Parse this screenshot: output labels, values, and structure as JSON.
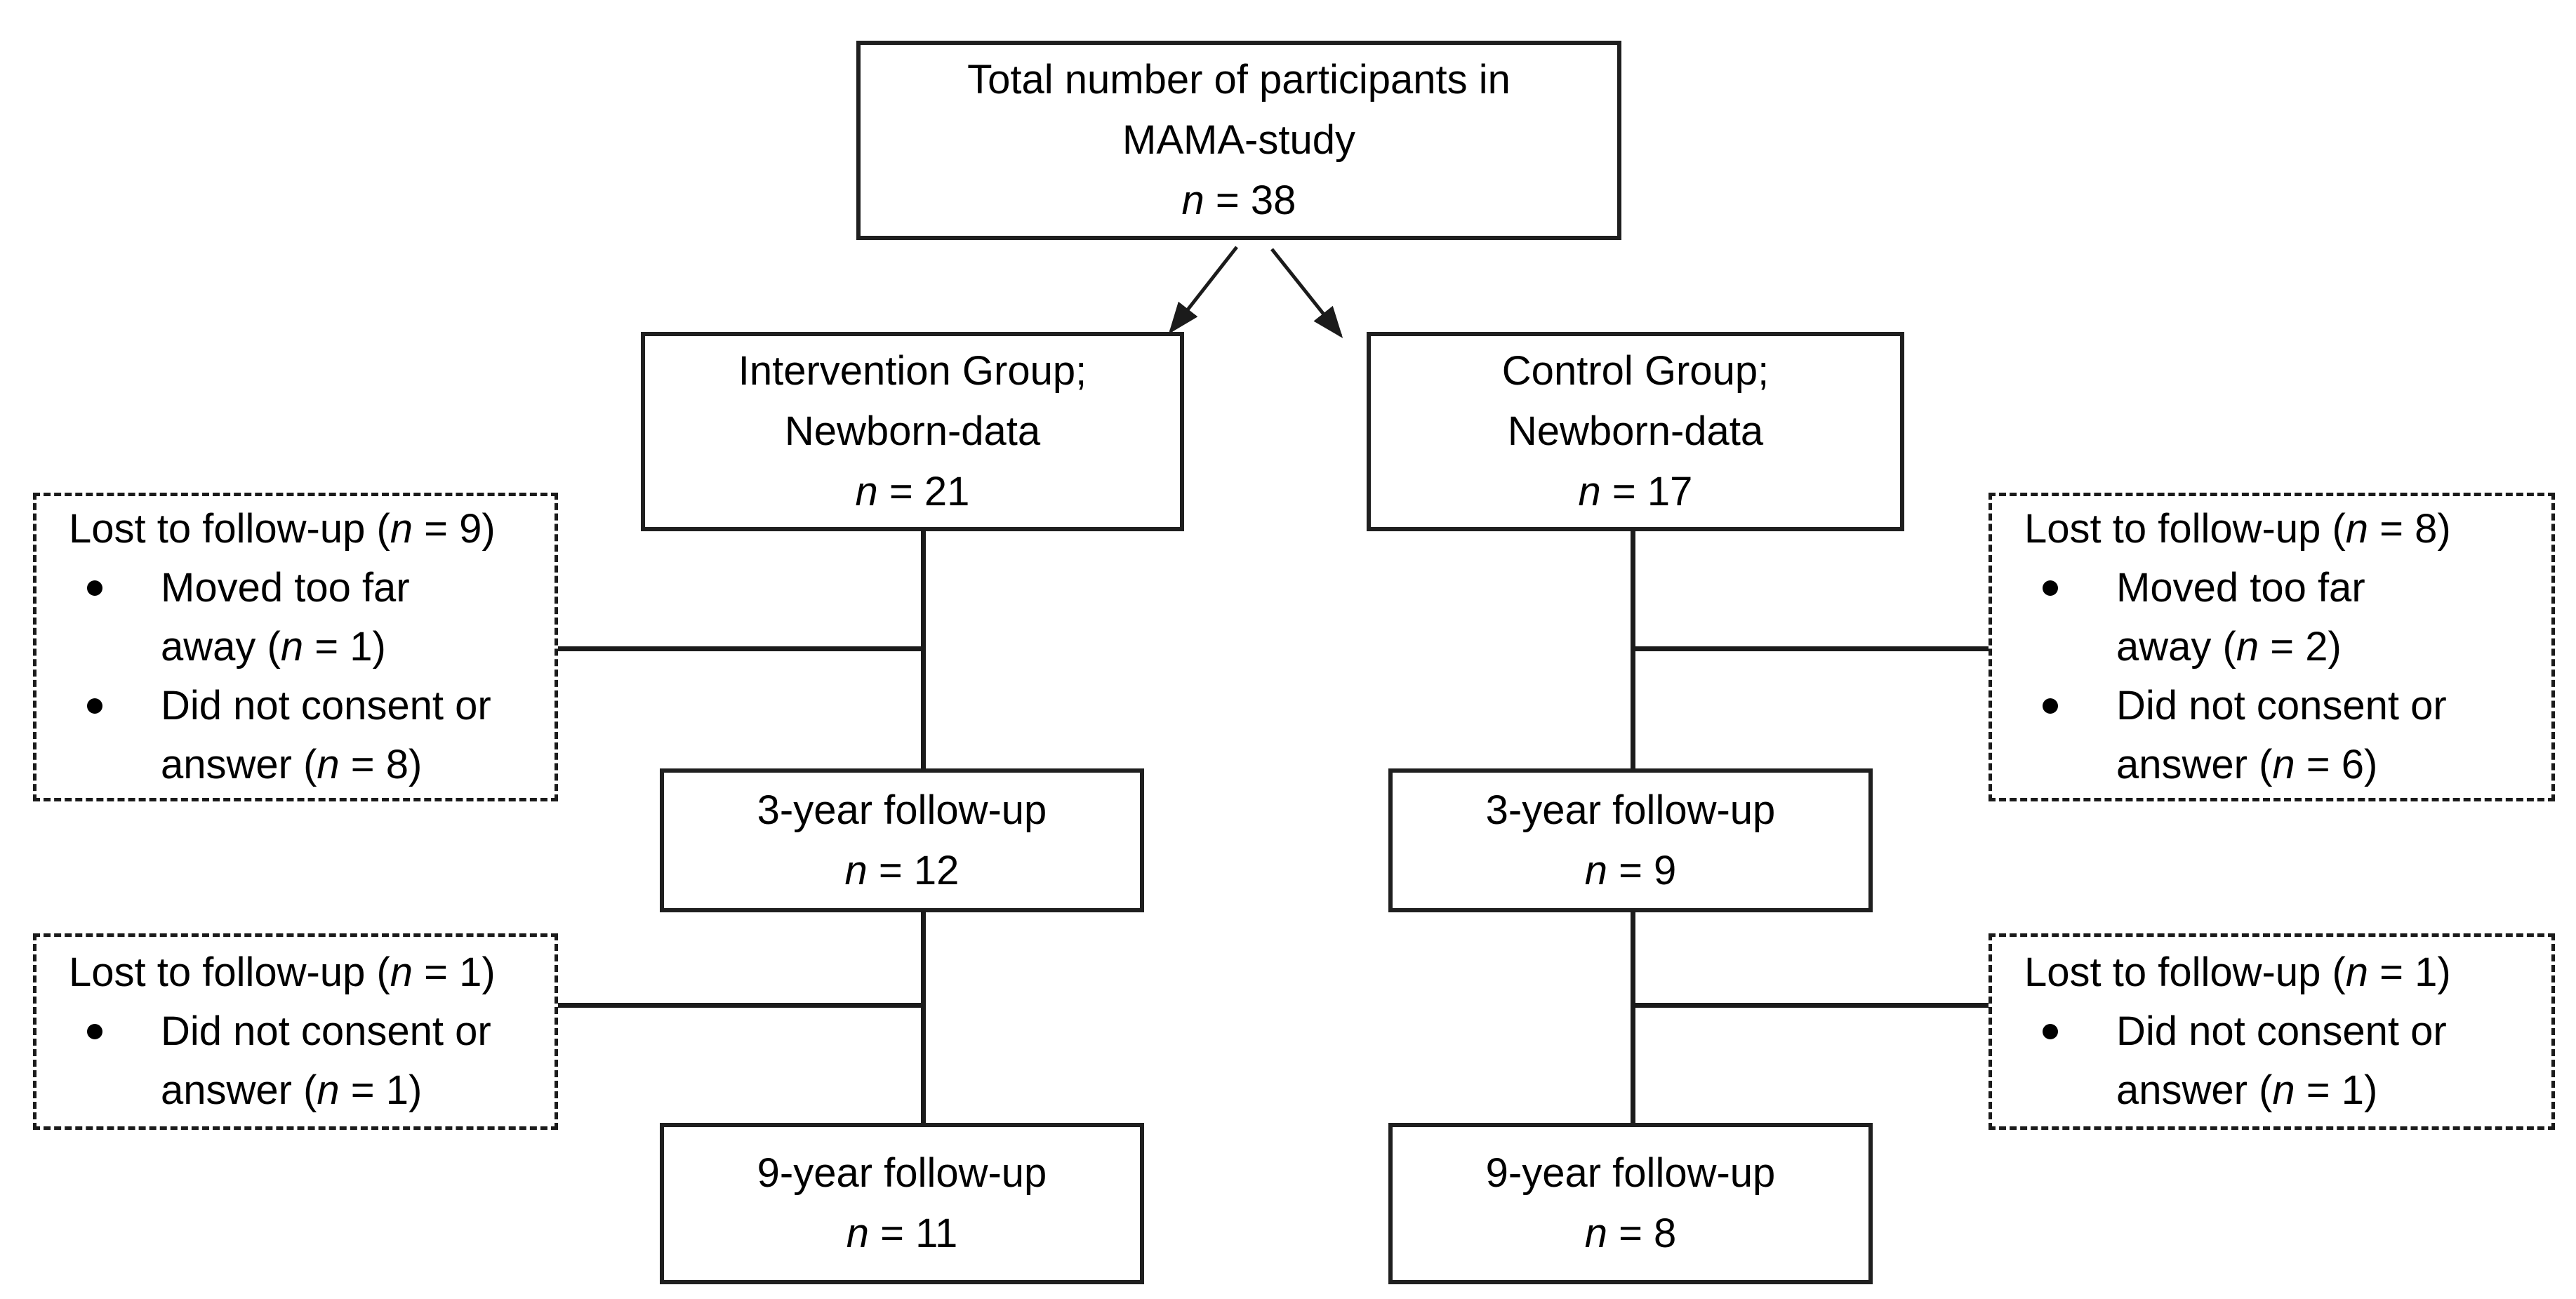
{
  "colors": {
    "ink": "#1b1b1b",
    "text": "#000000",
    "background": "#ffffff"
  },
  "diagram": {
    "top": {
      "line1": "Total number of participants in",
      "line2": "MAMA-study",
      "n": "n",
      "value": " = 38"
    },
    "intervention": {
      "line1": "Intervention Group;",
      "line2": "Newborn-data",
      "n": "n",
      "value": " = 21"
    },
    "control": {
      "line1": "Control Group;",
      "line2": "Newborn-data",
      "n": "n",
      "value": " = 17"
    },
    "intervention_3yr": {
      "title": "3-year follow-up",
      "n": "n",
      "value": " = 12"
    },
    "control_3yr": {
      "title": "3-year follow-up",
      "n": "n",
      "value": " = 9"
    },
    "intervention_9yr": {
      "title": "9-year follow-up",
      "n": "n",
      "value": " = 11"
    },
    "control_9yr": {
      "title": "9-year follow-up",
      "n": "n",
      "value": " = 8"
    },
    "lost_intervention_1": {
      "pre": "Lost to follow-up (",
      "n": "n",
      "post": " = 9)",
      "bullets": [
        {
          "pre": "Moved too far away (",
          "n": "n",
          "post": " = 1)"
        },
        {
          "pre": "Did not consent or answer (",
          "n": "n",
          "post": " = 8)"
        }
      ]
    },
    "lost_control_1": {
      "pre": "Lost to follow-up (",
      "n": "n",
      "post": " = 8)",
      "bullets": [
        {
          "pre": "Moved too far away (",
          "n": "n",
          "post": " = 2)"
        },
        {
          "pre": "Did not consent or answer (",
          "n": "n",
          "post": " = 6)"
        }
      ]
    },
    "lost_intervention_2": {
      "pre": "Lost to follow-up (",
      "n": "n",
      "post": " = 1)",
      "bullets": [
        {
          "pre": "Did not consent or answer (",
          "n": "n",
          "post": " = 1)"
        }
      ]
    },
    "lost_control_2": {
      "pre": "Lost to follow-up (",
      "n": "n",
      "post": " = 1)",
      "bullets": [
        {
          "pre": "Did not consent or answer (",
          "n": "n",
          "post": " = 1)"
        }
      ]
    }
  }
}
